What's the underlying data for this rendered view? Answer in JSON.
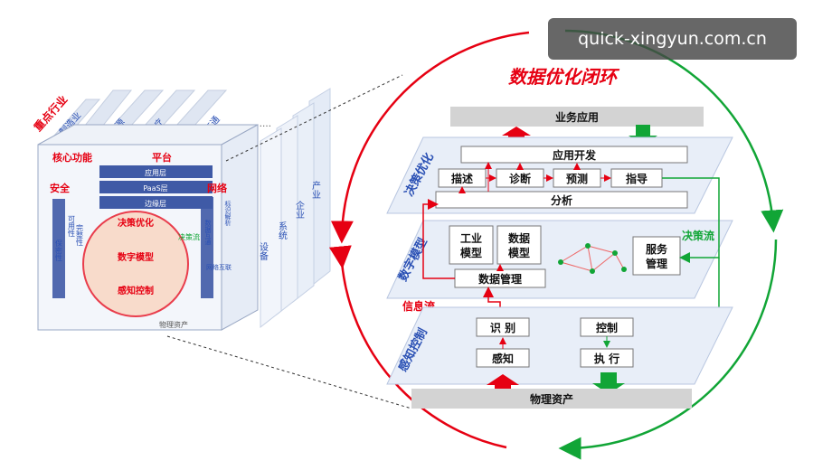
{
  "watermark": "quick-xingyun.com.cn",
  "left_cube": {
    "industries": [
      "重点行业",
      "制造业",
      "能源",
      "医疗",
      "交通",
      "……"
    ],
    "core_function": "核心功能",
    "platform": "平台",
    "platform_layers": [
      "应用层",
      "PaaS层",
      "边缘层"
    ],
    "security": "安全",
    "network": "网络",
    "security_cols": [
      "可用性",
      "完整性",
      "保密性"
    ],
    "network_cols": [
      "标识解析",
      "数据互通",
      "网络互联"
    ],
    "circle_items": [
      "决策优化",
      "数字模型",
      "感知控制"
    ],
    "decision_flow": "决策流",
    "physical_asset": "物理资产",
    "side_panels": [
      "设备",
      "系统",
      "企业",
      "产业"
    ]
  },
  "right": {
    "title": "数据优化闭环",
    "business_app": "业务应用",
    "app_dev": "应用开发",
    "describe": "描述",
    "diagnose": "诊断",
    "predict": "预测",
    "guide": "指导",
    "analyze": "分析",
    "layer_decision": "决策优化",
    "layer_model": "数字模型",
    "layer_sense": "感知控制",
    "industrial_model": "工业\n模型",
    "data_model": "数据\n模型",
    "data_mgmt": "数据管理",
    "service_mgmt": "服务\n管理",
    "decision_flow": "决策流",
    "info_flow": "信息流",
    "recognize": "识 别",
    "perceive": "感知",
    "control": "控制",
    "execute": "执 行",
    "physical_asset": "物理资产"
  },
  "colors": {
    "red": "#e60012",
    "green": "#11a536",
    "blue_text": "#2a50b4",
    "panel_gray": "#d3d3d3",
    "layer_fill": "#e8eef8",
    "dark_blue": "#3f5aa6"
  }
}
